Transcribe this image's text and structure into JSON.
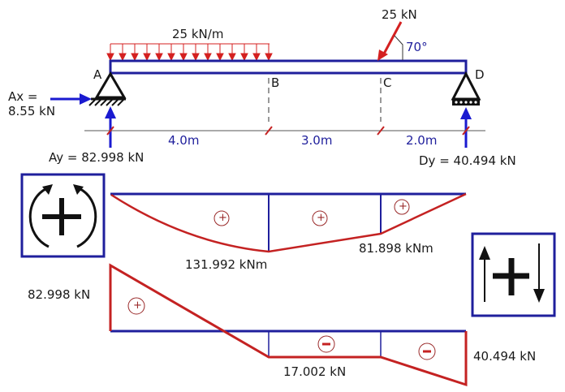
{
  "beam": {
    "distributed_load_label": "25 kN/m",
    "point_load_label": "25 kN",
    "point_load_angle_label": "70°",
    "points": {
      "a": "A",
      "b": "B",
      "c": "C",
      "d": "D"
    },
    "spans": [
      "4.0m",
      "3.0m",
      "2.0m"
    ],
    "reactions": {
      "ax_line1": "Ax =",
      "ax_line2": "8.55 kN",
      "ay": "Ay = 82.998 kN",
      "dy": "Dy = 40.494 kN"
    }
  },
  "moment_diagram": {
    "max_label": "131.992 kNm",
    "c_label": "81.898 kNm",
    "sign_symbol": "+",
    "convention_icon": "sagging-positive-moment-icon"
  },
  "shear_diagram": {
    "left_label": "82.998 kN",
    "mid_label": "17.002 kN",
    "right_label": "40.494 kN",
    "convention_icon": "positive-shear-icon"
  },
  "colors": {
    "beam": "#1f1f9c",
    "load": "#d42020",
    "diagram_line": "#c42222",
    "reaction": "#1a1ad0",
    "text": "#1a1a1a"
  },
  "chart_data": [
    {
      "type": "line",
      "title": "Bending Moment Diagram",
      "x": [
        0,
        4,
        7,
        9
      ],
      "x_labels": [
        "A",
        "B",
        "C",
        "D"
      ],
      "values": [
        0,
        131.992,
        81.898,
        0
      ],
      "ylabel": "kNm"
    },
    {
      "type": "line",
      "title": "Shear Force Diagram",
      "x": [
        0,
        4,
        4,
        7,
        9
      ],
      "x_labels": [
        "A",
        "B",
        "B",
        "C",
        "D"
      ],
      "values": [
        82.998,
        -17.002,
        -17.002,
        -17.002,
        -40.494
      ],
      "ylabel": "kN"
    }
  ]
}
